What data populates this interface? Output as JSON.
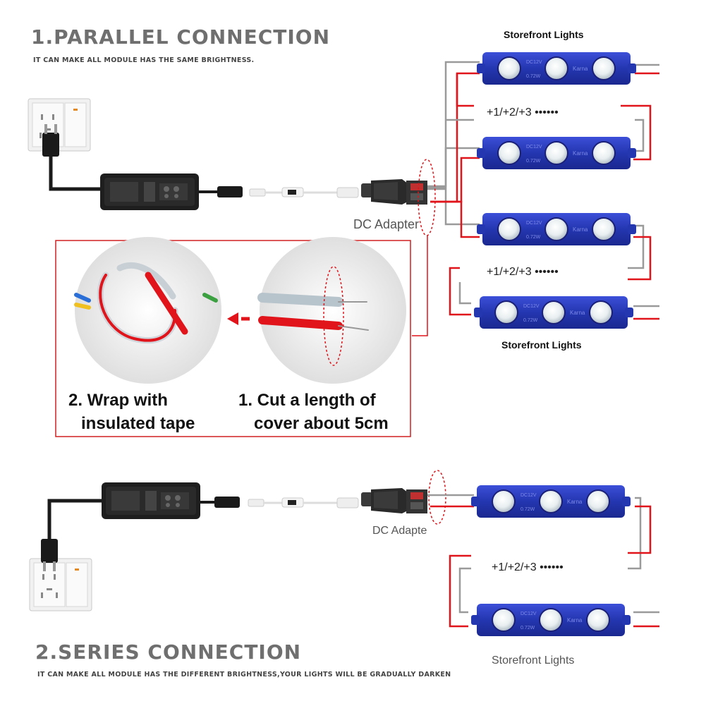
{
  "parallel": {
    "title": "1.PARALLEL CONNECTION",
    "subtitle": "IT CAN MAKE ALL MODULE HAS THE SAME BRIGHTNESS.",
    "label_top": "Storefront Lights",
    "label_bottom": "Storefront Lights",
    "sequence_1": "+1/+2/+3 ••••••",
    "sequence_2": "+1/+2/+3 ••••••",
    "dc_adapter": "DC Adapter"
  },
  "inset": {
    "step1_line1": "1. Cut a length of",
    "step1_line2": "cover about 5cm",
    "step2_line1": "2. Wrap with",
    "step2_line2": "insulated tape"
  },
  "series": {
    "title": "2.SERIES CONNECTION",
    "subtitle": "IT CAN MAKE ALL MODULE HAS THE DIFFERENT BRIGHTNESS,YOUR LIGHTS WILL BE GRADUALLY DARKEN",
    "label": "Storefront Lights",
    "sequence": "+1/+2/+3 ••••••",
    "dc_adapter": "DC Adapte"
  },
  "colors": {
    "module_blue": "#2b3bb8",
    "wire_red": "#e0141a",
    "wire_gray": "#9a9a9a",
    "heading_gray": "#6f6f6f"
  },
  "icons": [
    "wall-outlet-icon",
    "power-plug-icon",
    "power-adapter-icon",
    "dc-connector-icon",
    "led-module-icon",
    "arrow-left-icon"
  ]
}
